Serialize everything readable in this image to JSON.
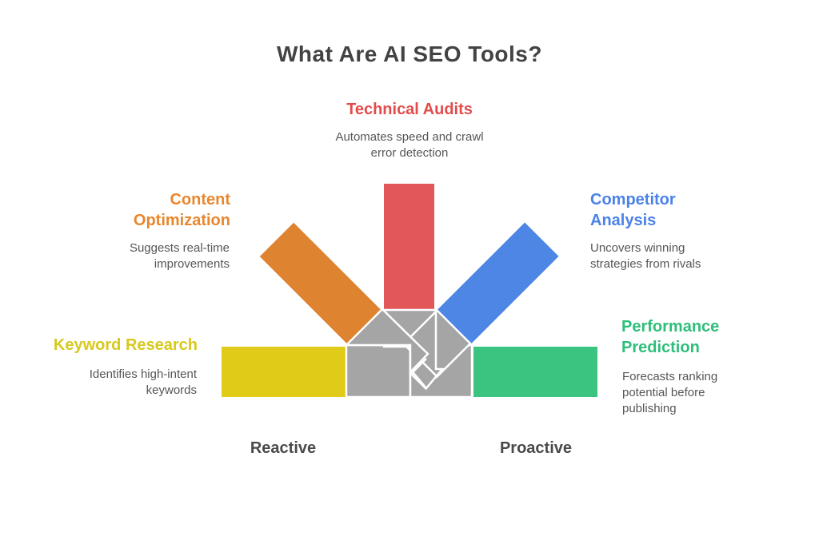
{
  "title": "What Are AI SEO Tools?",
  "colors": {
    "hub_gray": "#A5A5A5",
    "outline_white": "#FFFFFF",
    "title_text": "#434343",
    "body_text": "#565656",
    "axis_text": "#4A4A4A"
  },
  "branches": [
    {
      "id": "technical-audits",
      "label": "Technical Audits",
      "description": "Automates speed and crawl\nerror detection",
      "bar_color": "#E25858",
      "text_color": "#E34C4C"
    },
    {
      "id": "content-optimization",
      "label": "Content\nOptimization",
      "description": "Suggests real-time\nimprovements",
      "bar_color": "#DE8330",
      "text_color": "#E8872E"
    },
    {
      "id": "competitor-analysis",
      "label": "Competitor\nAnalysis",
      "description": "Uncovers winning\nstrategies from rivals",
      "bar_color": "#4D86E4",
      "text_color": "#4B82E8"
    },
    {
      "id": "keyword-research",
      "label": "Keyword Research",
      "description": "Identifies high-intent\nkeywords",
      "bar_color": "#DFCB18",
      "text_color": "#D8C91D"
    },
    {
      "id": "performance-prediction",
      "label": "Performance\nPrediction",
      "description": "Forecasts ranking\npotential before\npublishing",
      "bar_color": "#3BC480",
      "text_color": "#2EBE7B"
    }
  ],
  "axis_labels": [
    {
      "label": "Reactive"
    },
    {
      "label": "Proactive"
    }
  ]
}
